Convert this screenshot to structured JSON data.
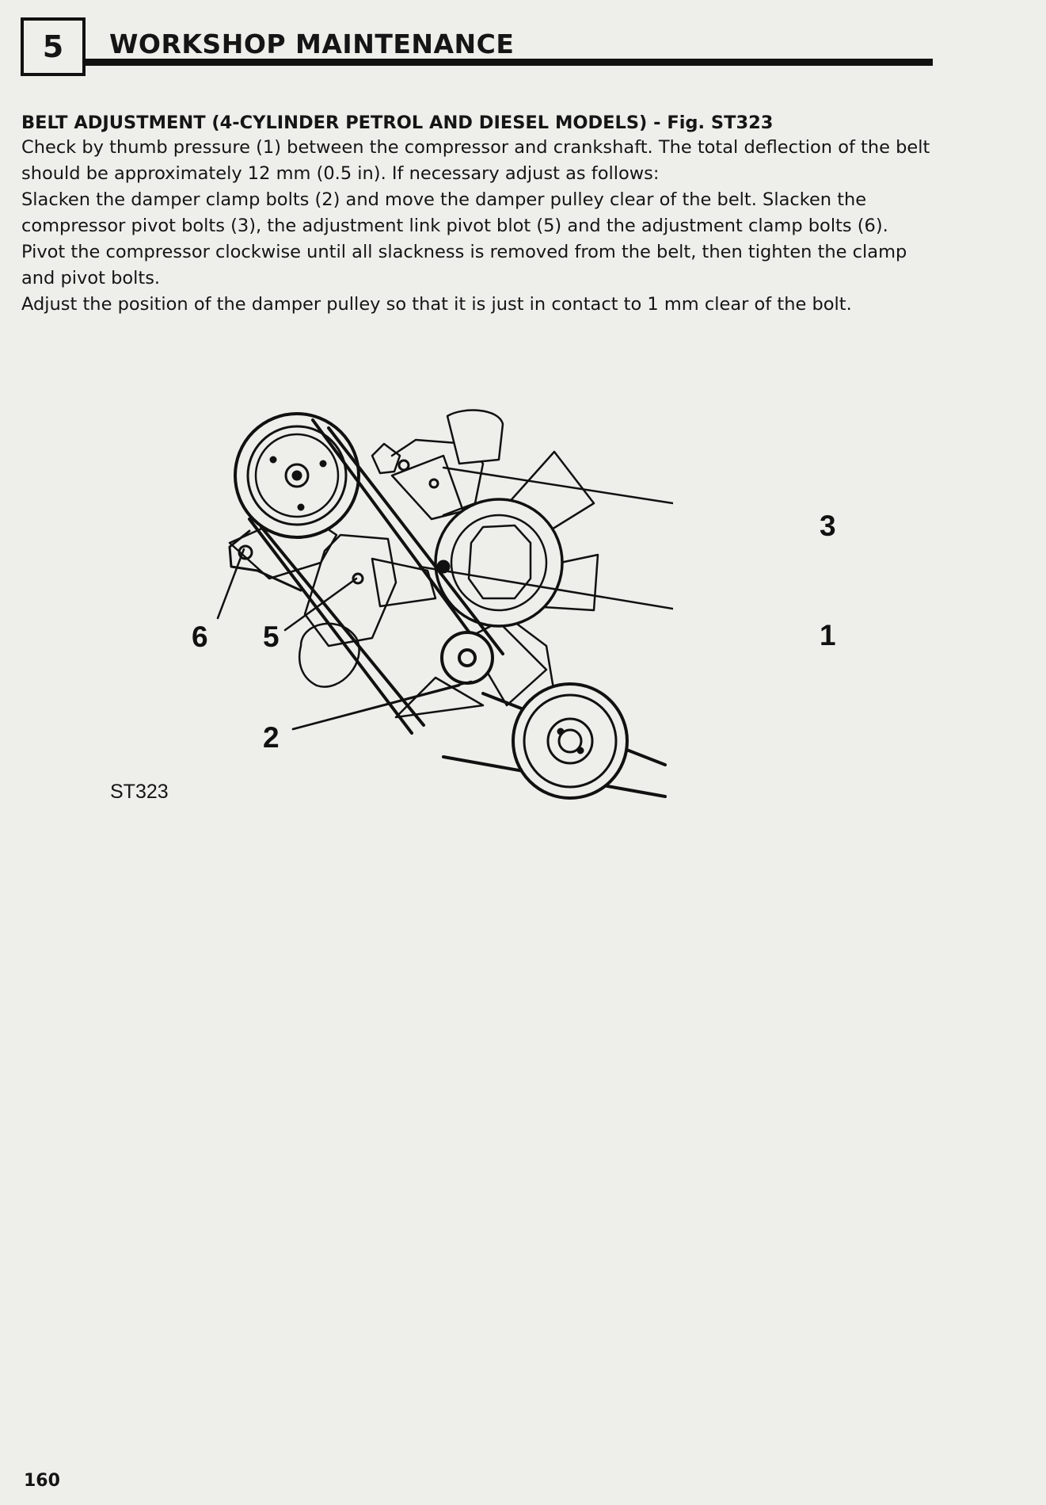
{
  "header": {
    "chapter_number": "5",
    "chapter_title": "WORKSHOP MAINTENANCE"
  },
  "section": {
    "heading": "BELT ADJUSTMENT (4-CYLINDER PETROL AND DIESEL MODELS) - Fig. ST323",
    "paragraphs": [
      "Check by thumb pressure (1) between the compressor and crankshaft. The total deflection of the belt should be approximately 12 mm (0.5 in). If necessary adjust as follows:",
      "Slacken the damper clamp bolts (2) and move the damper pulley clear of the belt. Slacken the compressor pivot bolts (3), the adjustment link pivot blot (5) and the adjustment clamp bolts (6). Pivot the compressor clockwise until all slackness is removed from the belt, then tighten the clamp and pivot bolts.",
      "Adjust the position of the damper pulley so that it is just in contact to 1 mm clear of the bolt."
    ]
  },
  "figure": {
    "callouts": {
      "c1": "1",
      "c2": "2",
      "c3": "3",
      "c5": "5",
      "c6": "6"
    },
    "reference": "ST323"
  },
  "footer": {
    "page_number": "160"
  }
}
